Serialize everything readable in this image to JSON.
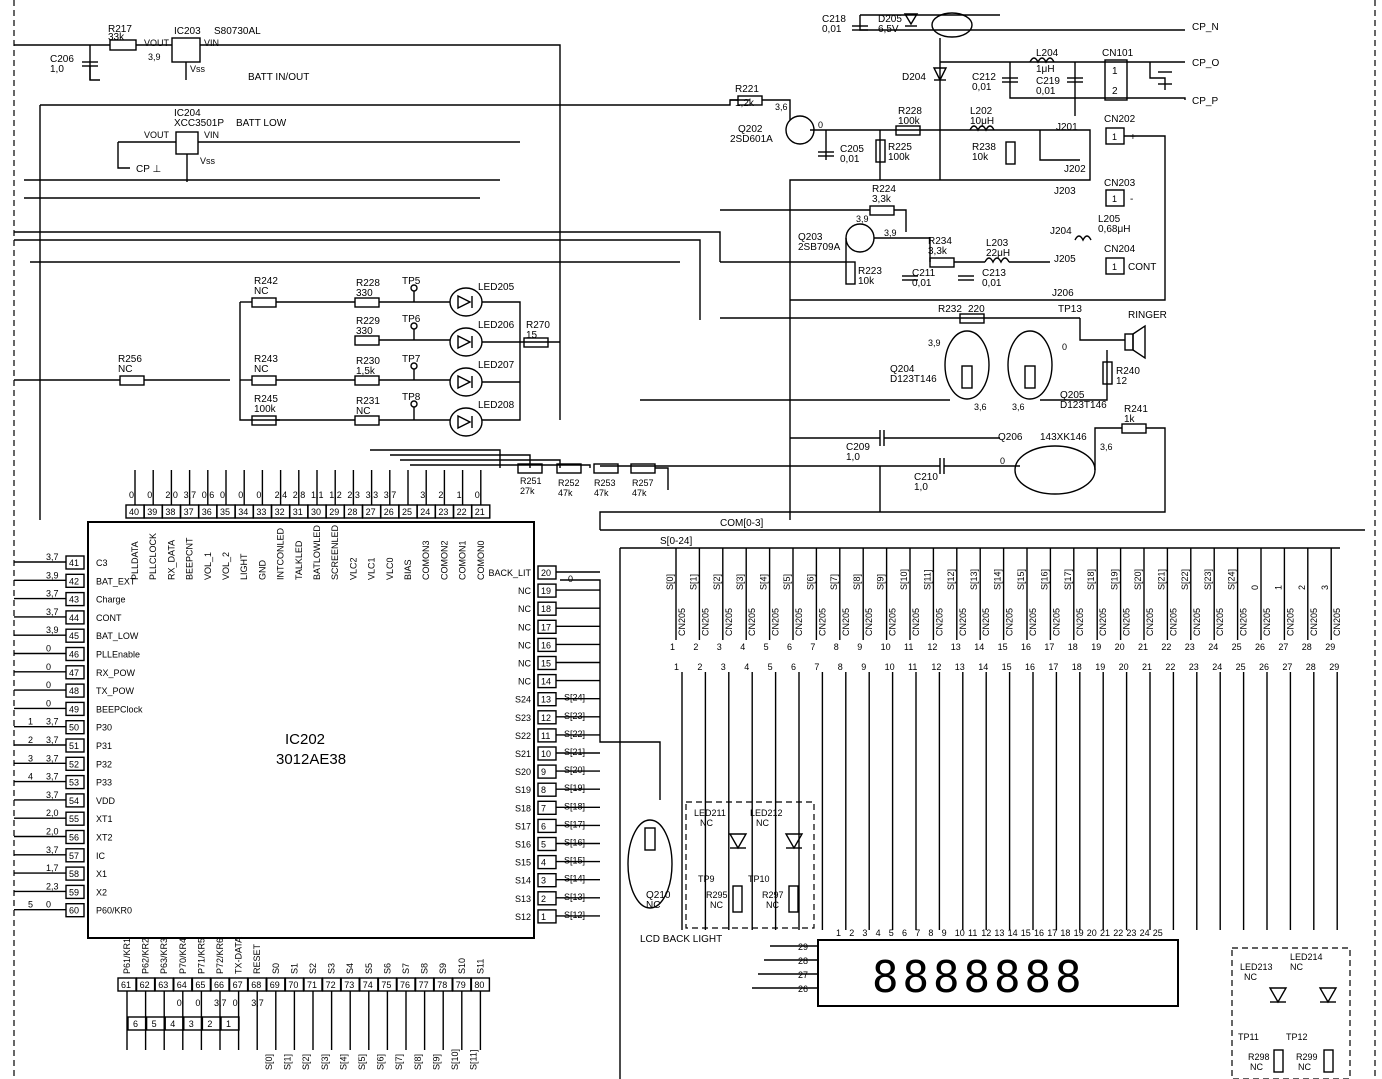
{
  "top": {
    "r217": "R217",
    "r217_val": "33k",
    "ic203": "IC203",
    "ic203_part": "S80730AL",
    "vout": "VOUT",
    "vin": "VIN",
    "vss": "Vss",
    "v39": "3,9",
    "c206": "C206",
    "c206_val": "1,0",
    "batt_inout": "BATT IN/OUT",
    "ic204": "IC204",
    "ic204_part": "XCC3501P",
    "batt_low": "BATT LOW",
    "cp_gnd": "CP ⊥",
    "c218": "C218",
    "c218_val": "0,01",
    "d205": "D205",
    "d205_val": "6,5V",
    "cp_n": "CP_N",
    "cp_o": "CP_O",
    "cp_p": "CP_P",
    "d204": "D204",
    "c212": "C212",
    "c212_val": "0,01",
    "l204": "L204",
    "l204_val": "1μH",
    "c219": "C219",
    "c219_val": "0,01",
    "cn101": "CN101",
    "pin1": "1",
    "pin2": "2",
    "r221": "R221",
    "r221_val": "1,2k",
    "v36": "3,6",
    "v0": "0",
    "q202": "Q202",
    "q202_part": "2SD601A",
    "c205": "C205",
    "c205_val": "0,01",
    "r228": "R228",
    "r228_val": "100k",
    "r225": "R225",
    "r225_val": "100k",
    "l202": "L202",
    "l202_val": "10μH",
    "r238": "R238",
    "r238_val": "10k",
    "j201": "J201",
    "j202": "J202",
    "cn202": "CN202",
    "plus": "+",
    "minus": "-",
    "r224": "R224",
    "r224_val": "3,3k",
    "j203": "J203",
    "j204": "J204",
    "cn203": "CN203",
    "l205": "L205",
    "l205_val": "0,68μH",
    "q203": "Q203",
    "q203_part": "2SB709A",
    "v39b": "3,9",
    "r234": "R234",
    "r234_val": "3,3k",
    "l203": "L203",
    "l203_val": "22μH",
    "r223": "R223",
    "r223_val": "10k",
    "c211": "C211",
    "c211_val": "0,01",
    "c213": "C213",
    "c213_val": "0,01",
    "j205": "J205",
    "j206": "J206",
    "cn204": "CN204",
    "cont": "CONT",
    "r232": "R232",
    "r232_val": "220",
    "tp13": "TP13",
    "ringer": "RINGER",
    "q204": "Q204",
    "q204_part": "D123T146",
    "q205": "Q205",
    "q205_part": "D123T146",
    "r240": "R240",
    "r240_val": "12",
    "r241": "R241",
    "r241_val": "1k",
    "q206": "Q206",
    "q206_part": "143XK146",
    "c209": "C209",
    "c209_val": "1,0",
    "c210": "C210",
    "c210_val": "1,0",
    "v36b": "3,6"
  },
  "leds": {
    "r242": "R242",
    "r242_val": "NC",
    "r243": "R243",
    "r243_val": "NC",
    "r245": "R245",
    "r245_val": "100k",
    "r256": "R256",
    "r256_val": "NC",
    "r228b": "R228",
    "r228b_val": "330",
    "r229": "R229",
    "r229_val": "330",
    "r230": "R230",
    "r230_val": "1,5k",
    "r231": "R231",
    "r231_val": "NC",
    "tp5": "TP5",
    "tp6": "TP6",
    "tp7": "TP7",
    "tp8": "TP8",
    "led205": "LED205",
    "led206": "LED206",
    "led207": "LED207",
    "led208": "LED208",
    "r270": "R270",
    "r270_val": "15"
  },
  "bias": {
    "r251": "R251",
    "r251_val": "27k",
    "r252": "R252",
    "r252_val": "47k",
    "r253": "R253",
    "r253_val": "47k",
    "r257": "R257",
    "r257_val": "47k"
  },
  "ic202": {
    "ref": "IC202",
    "part": "3012AE38",
    "top_pins": [
      "40",
      "39",
      "38",
      "37",
      "36",
      "35",
      "34",
      "33",
      "32",
      "31",
      "30",
      "29",
      "28",
      "27",
      "26",
      "25",
      "24",
      "23",
      "22",
      "21"
    ],
    "top_names": [
      "PLLDATA",
      "PLLCLOCK",
      "RX_DATA",
      "BEEPCNT",
      "VOL_1",
      "VOL_2",
      "LIGHT",
      "GND",
      "INTCONLED",
      "TALKLED",
      "BATLOWLED",
      "SCREENLED",
      "VLC2",
      "VLC1",
      "VLC0",
      "BIAS",
      "COMON3",
      "COMON2",
      "COMON1",
      "COMON0"
    ],
    "top_volts": [
      "0",
      "0",
      "2,0",
      "3,7",
      "0,6",
      "0",
      "0",
      "0",
      "2,4",
      "2,8",
      "1,1",
      "1,2",
      "2,3",
      "3,3",
      "3,7",
      "",
      "3",
      "2",
      "1",
      "0"
    ],
    "left_pins": [
      "41",
      "42",
      "43",
      "44",
      "45",
      "46",
      "47",
      "48",
      "49",
      "50",
      "51",
      "52",
      "53",
      "54",
      "55",
      "56",
      "57",
      "58",
      "59",
      "60"
    ],
    "left_names": [
      "C3",
      "BAT_EXT",
      "Charge",
      "CONT",
      "BAT_LOW",
      "PLLEnable",
      "RX_POW",
      "TX_POW",
      "BEEPClock",
      "P30",
      "P31",
      "P32",
      "P33",
      "VDD",
      "XT1",
      "XT2",
      "IC",
      "X1",
      "X2",
      "P60/KR0"
    ],
    "left_volts": [
      "3,7",
      "3,9",
      "3,7",
      "3,7",
      "3,9",
      "0",
      "0",
      "0",
      "0",
      "3,7",
      "3,7",
      "3,7",
      "3,7",
      "3,7",
      "2,0",
      "2,0",
      "3,7",
      "1,7",
      "2,3",
      "0"
    ],
    "left_extra": [
      "",
      "",
      "",
      "",
      "",
      "",
      "",
      "",
      "",
      "1",
      "2",
      "3",
      "4",
      "",
      "",
      "",
      "",
      "",
      "",
      "5"
    ],
    "right_pins": [
      "20",
      "19",
      "18",
      "17",
      "16",
      "15",
      "14",
      "13",
      "12",
      "11",
      "10",
      "9",
      "8",
      "7",
      "6",
      "5",
      "4",
      "3",
      "2",
      "1"
    ],
    "right_names": [
      "BACK_LIT",
      "NC",
      "NC",
      "NC",
      "NC",
      "NC",
      "NC",
      "S24",
      "S23",
      "S22",
      "S21",
      "S20",
      "S19",
      "S18",
      "S17",
      "S16",
      "S15",
      "S14",
      "S13",
      "S12"
    ],
    "right_bus": [
      "",
      "",
      "",
      "",
      "",
      "",
      "",
      "S[24]",
      "S[23]",
      "S[22]",
      "S[21]",
      "S[20]",
      "S[19]",
      "S[18]",
      "S[17]",
      "S[16]",
      "S[15]",
      "S[14]",
      "S[13]",
      "S[12]"
    ],
    "right_volt": "0",
    "bot_pins": [
      "61",
      "62",
      "63",
      "64",
      "65",
      "66",
      "67",
      "68",
      "69",
      "70",
      "71",
      "72",
      "73",
      "74",
      "75",
      "76",
      "77",
      "78",
      "79",
      "80"
    ],
    "bot_names": [
      "P61/KR1",
      "P62/KR2",
      "P63/KR3",
      "P70/KR4",
      "P71/KR5",
      "P72/KR6",
      "TX-DATA",
      "RESET",
      "S0",
      "S1",
      "S2",
      "S3",
      "S4",
      "S5",
      "S6",
      "S7",
      "S8",
      "S9",
      "S10",
      "S11"
    ],
    "bot_volts": [
      "",
      "",
      "",
      "0",
      "0",
      "3,7",
      "0",
      "3,7",
      "",
      "",
      "",
      "",
      "",
      "",
      "",
      "",
      "",
      "",
      "",
      ""
    ],
    "bot_extra": [
      "6",
      "5",
      "4",
      "3",
      "2",
      "1"
    ],
    "bot_bus": [
      "S[0]",
      "S[1]",
      "S[2]",
      "S[3]",
      "S[4]",
      "S[5]",
      "S[6]",
      "S[7]",
      "S[8]",
      "S[9]",
      "S[10]",
      "S[11]"
    ]
  },
  "lcd": {
    "com_bus": "COM[0-3]",
    "s_bus": "S[0-24]",
    "seg_labels": [
      "S[0]",
      "S[1]",
      "S[2]",
      "S[3]",
      "S[4]",
      "S[5]",
      "S[6]",
      "S[7]",
      "S[8]",
      "S[9]",
      "S[10]",
      "S[11]",
      "S[12]",
      "S[13]",
      "S[14]",
      "S[15]",
      "S[16]",
      "S[17]",
      "S[18]",
      "S[19]",
      "S[20]",
      "S[21]",
      "S[22]",
      "S[23]",
      "S[24]",
      "0",
      "1",
      "2",
      "3"
    ],
    "cn_label": "CN205",
    "cn_pins": [
      "1",
      "2",
      "3",
      "4",
      "5",
      "6",
      "7",
      "8",
      "9",
      "10",
      "11",
      "12",
      "13",
      "14",
      "15",
      "16",
      "17",
      "18",
      "19",
      "20",
      "21",
      "22",
      "23",
      "24",
      "25",
      "26",
      "27",
      "28",
      "29"
    ],
    "display_text": "8888888",
    "disp_pins": [
      "1",
      "2",
      "3",
      "4",
      "5",
      "6",
      "7",
      "8",
      "9",
      "10",
      "11",
      "12",
      "13",
      "14",
      "15",
      "16",
      "17",
      "18",
      "19",
      "20",
      "21",
      "22",
      "23",
      "24",
      "25"
    ],
    "disp_side": [
      "29",
      "28",
      "27",
      "26"
    ],
    "q210": "Q210",
    "q210_val": "NC",
    "lcd_back_light": "LCD BACK LIGHT",
    "led211": "LED211",
    "led211_val": "NC",
    "led212": "LED212",
    "led212_val": "NC",
    "tp9": "TP9",
    "tp10": "TP10",
    "r295": "R295",
    "r295_val": "NC",
    "r297": "R297",
    "r297_val": "NC",
    "led213": "LED213",
    "led213_val": "NC",
    "led214": "LED214",
    "led214_val": "NC",
    "tp11": "TP11",
    "tp12": "TP12",
    "r298": "R298",
    "r298_val": "NC",
    "r299": "R299",
    "r299_val": "NC"
  }
}
